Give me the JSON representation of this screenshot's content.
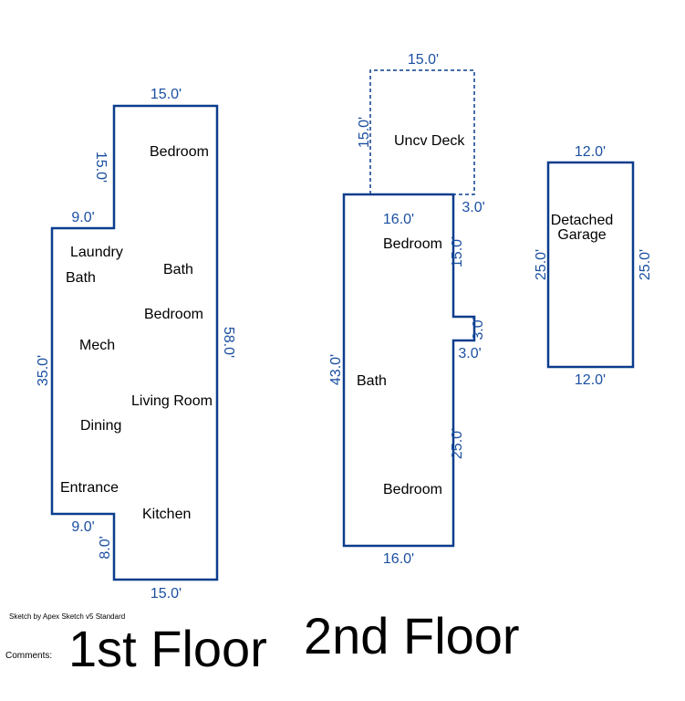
{
  "colors": {
    "walls": "#0b3d8c",
    "dimensions": "#1b4fa0"
  },
  "floor1": {
    "title": "1st Floor",
    "dims": {
      "top": "15.0'",
      "upper_left_vertical": "15.0'",
      "left_step": "9.0'",
      "left": "35.0'",
      "right": "58.0'",
      "lower_step": "9.0'",
      "lower_left_vertical": "8.0'",
      "bottom": "15.0'"
    },
    "rooms": [
      "Bedroom",
      "Laundry",
      "Bath",
      "Bath",
      "Bedroom",
      "Mech",
      "Living Room",
      "Dining",
      "Entrance",
      "Kitchen"
    ]
  },
  "floor2": {
    "title": "2nd Floor",
    "dims": {
      "deck_top": "15.0'",
      "deck_left": "15.0'",
      "deck_offset": "3.0'",
      "top": "16.0'",
      "right_upper": "15.0'",
      "bump_out": "3.0'",
      "bump_in": "3.0'",
      "left": "43.0'",
      "right_lower": "25.0'",
      "bottom": "16.0'"
    },
    "rooms": [
      "Uncv Deck",
      "Bedroom",
      "Bath",
      "Bedroom"
    ]
  },
  "garage": {
    "label_line1": "Detached",
    "label_line2": "Garage",
    "dims": {
      "top": "12.0'",
      "left": "25.0'",
      "right": "25.0'",
      "bottom": "12.0'"
    }
  },
  "footer": {
    "credit": "Sketch by Apex Sketch v5 Standard",
    "comments": "Comments:"
  }
}
